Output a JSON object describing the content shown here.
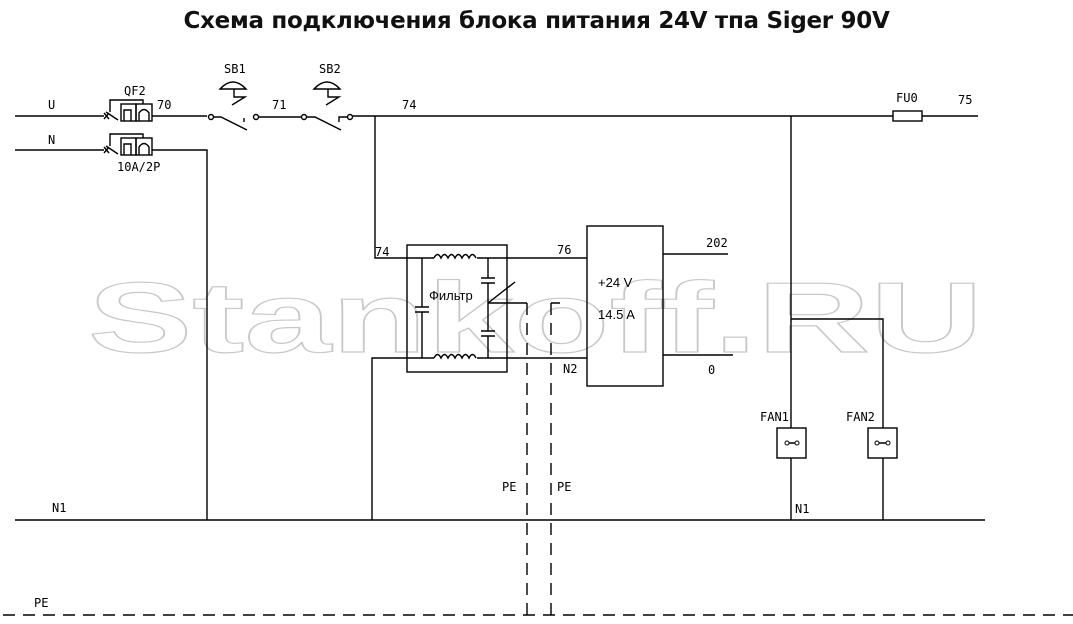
{
  "title": "Схема подключения блока питания 24V тпа Siger 90V",
  "watermark": "Stankoff.RU",
  "labels": {
    "U": "U",
    "N": "N",
    "qf2": "QF2",
    "breaker_rating": "10A/2P",
    "w70": "70",
    "sb1": "SB1",
    "w71": "71",
    "sb2": "SB2",
    "w74_top": "74",
    "fu0": "FU0",
    "w75": "75",
    "w74_left": "74",
    "w76": "76",
    "filter": "Фильтр",
    "psu_voltage": "+24 V",
    "psu_current": "14.5 A",
    "w202": "202",
    "n2": "N2",
    "w0": "0",
    "fan1": "FAN1",
    "fan2": "FAN2",
    "pe1": "PE",
    "pe2": "PE",
    "n1_left": "N1",
    "n1_right": "N1",
    "pe_bottom": "PE"
  }
}
